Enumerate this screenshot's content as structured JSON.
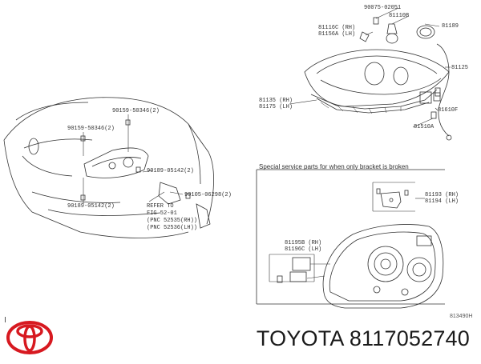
{
  "diagram": {
    "special_service_title": "Special service parts for when only bracket is broken",
    "diagram_code": "813490H",
    "labels": {
      "p90075": "90075-02051",
      "p81110B": "81110B",
      "p81116C": "81116C (RH)",
      "p81156A": "81156A (LH)",
      "p81189": "81189",
      "p81125": "81125",
      "p81135": "81135 (RH)",
      "p81175": "81175 (LH)",
      "p81610F": "81610F",
      "p81510A": "81510A",
      "p90159a": "90159-50346(2)",
      "p90159b": "90159-50346(2)",
      "p90189a": "90189-05142(2)",
      "p90189b": "90189-05142(2)",
      "p90105": "90105-06298(2)",
      "refer1": "REFER TO",
      "refer2": "FIG 52-01",
      "refer3": "(PNC 52535(RH))",
      "refer4": "(PNC 52536(LH))",
      "p81193": "81193 (RH)",
      "p81194": "81194 (LH)",
      "p81195B": "81195B (RH)",
      "p81196C": "81196C (LH)"
    }
  },
  "footer": {
    "brand": "TOYOTA",
    "part_number": "8117052740",
    "title": "TOYOTA 8117052740"
  },
  "colors": {
    "line": "#333333",
    "logo_red": "#d71920"
  }
}
